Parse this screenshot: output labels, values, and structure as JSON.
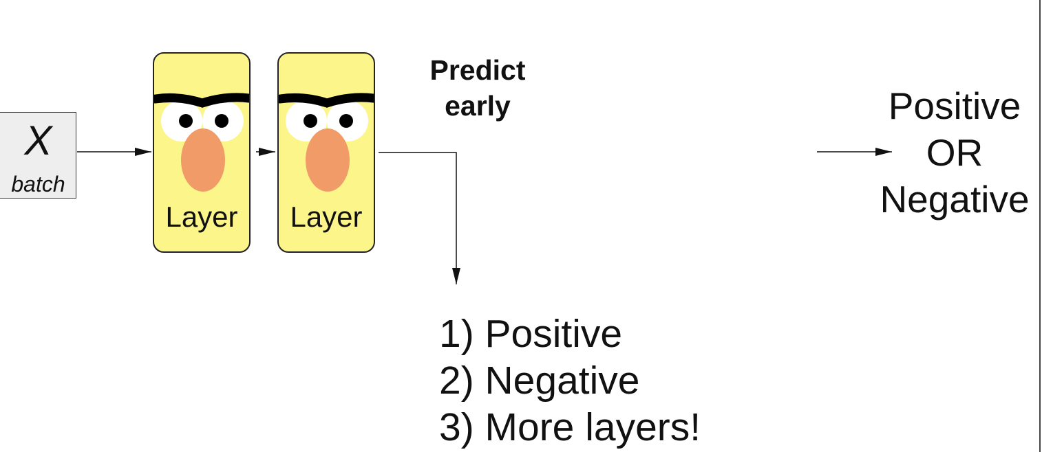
{
  "input": {
    "symbol": "X",
    "subscript": "batch"
  },
  "layers": [
    {
      "label": "Layer"
    },
    {
      "label": "Layer"
    }
  ],
  "predict_note": {
    "line1": "Predict",
    "line2": "early"
  },
  "final_output": {
    "line1": "Positive",
    "line2": "OR",
    "line3": "Negative"
  },
  "early_options": [
    "1) Positive",
    "2) Negative",
    "3) More layers!"
  ],
  "colors": {
    "layer_fill": "#fbf58a",
    "nose": "#f19b68",
    "eyebrow": "#000000",
    "eye_white": "#ffffff",
    "input_fill": "#eeeeee"
  },
  "icons": [
    "grumpy-face-icon",
    "arrow-right-icon",
    "arrow-down-icon"
  ]
}
